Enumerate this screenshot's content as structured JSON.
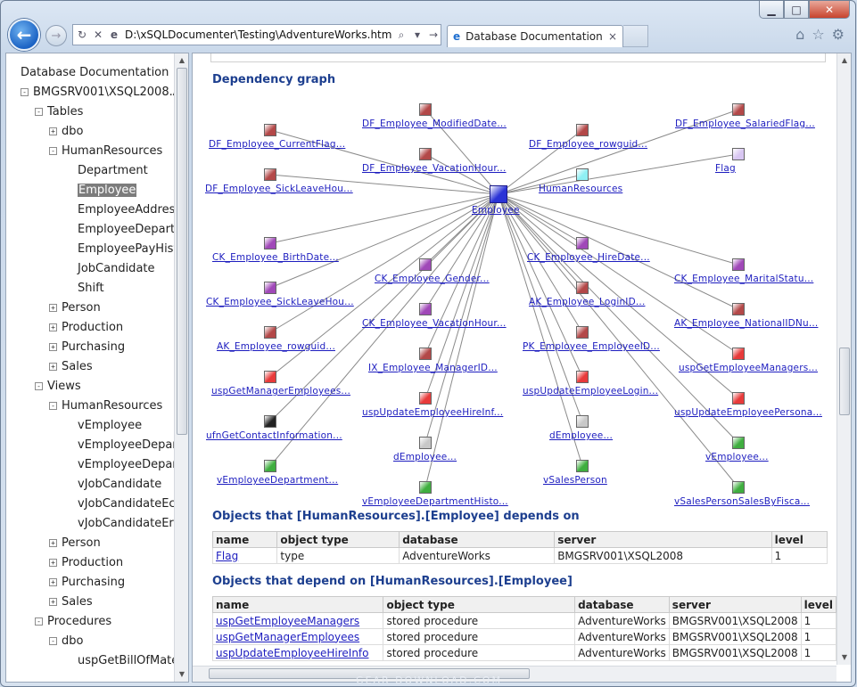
{
  "browser": {
    "url": "D:\\xSQLDocumenter\\Testing\\AdventureWorks.htm",
    "tab_title": "Database Documentation",
    "tab_close": "×"
  },
  "tree": [
    {
      "label": "Database Documentation",
      "level": 0,
      "exp": ""
    },
    {
      "label": "BMGSRV001\\XSQL2008.A",
      "level": 0,
      "exp": "-"
    },
    {
      "label": "Tables",
      "level": 1,
      "exp": "-"
    },
    {
      "label": "dbo",
      "level": 2,
      "exp": "+"
    },
    {
      "label": "HumanResources",
      "level": 2,
      "exp": "-"
    },
    {
      "label": "Department",
      "level": 3,
      "exp": ""
    },
    {
      "label": "Employee",
      "level": 3,
      "exp": "",
      "selected": true
    },
    {
      "label": "EmployeeAddres",
      "level": 3,
      "exp": ""
    },
    {
      "label": "EmployeeDepart",
      "level": 3,
      "exp": ""
    },
    {
      "label": "EmployeePayHist",
      "level": 3,
      "exp": ""
    },
    {
      "label": "JobCandidate",
      "level": 3,
      "exp": ""
    },
    {
      "label": "Shift",
      "level": 3,
      "exp": ""
    },
    {
      "label": "Person",
      "level": 2,
      "exp": "+"
    },
    {
      "label": "Production",
      "level": 2,
      "exp": "+"
    },
    {
      "label": "Purchasing",
      "level": 2,
      "exp": "+"
    },
    {
      "label": "Sales",
      "level": 2,
      "exp": "+"
    },
    {
      "label": "Views",
      "level": 1,
      "exp": "-"
    },
    {
      "label": "HumanResources",
      "level": 2,
      "exp": "-"
    },
    {
      "label": "vEmployee",
      "level": 3,
      "exp": ""
    },
    {
      "label": "vEmployeeDepar",
      "level": 3,
      "exp": ""
    },
    {
      "label": "vEmployeeDepar",
      "level": 3,
      "exp": ""
    },
    {
      "label": "vJobCandidate",
      "level": 3,
      "exp": ""
    },
    {
      "label": "vJobCandidateEc",
      "level": 3,
      "exp": ""
    },
    {
      "label": "vJobCandidateEr",
      "level": 3,
      "exp": ""
    },
    {
      "label": "Person",
      "level": 2,
      "exp": "+"
    },
    {
      "label": "Production",
      "level": 2,
      "exp": "+"
    },
    {
      "label": "Purchasing",
      "level": 2,
      "exp": "+"
    },
    {
      "label": "Sales",
      "level": 2,
      "exp": "+"
    },
    {
      "label": "Procedures",
      "level": 1,
      "exp": "-"
    },
    {
      "label": "dbo",
      "level": 2,
      "exp": "-"
    },
    {
      "label": "uspGetBillOfMate",
      "level": 3,
      "exp": ""
    }
  ],
  "graph": {
    "title": "Dependency graph",
    "center": {
      "label": "Employee",
      "color": "#2a33d6"
    },
    "nodes": [
      {
        "label": "DF_Employee_ModifiedDate...",
        "color": "#b34848"
      },
      {
        "label": "DF_Employee_SalariedFlag...",
        "color": "#b34848"
      },
      {
        "label": "DF_Employee_CurrentFlag...",
        "color": "#b34848"
      },
      {
        "label": "DF_Employee_rowguid...",
        "color": "#b34848"
      },
      {
        "label": "DF_Employee_VacationHour...",
        "color": "#b34848"
      },
      {
        "label": "Flag",
        "color": "#d8c6f2"
      },
      {
        "label": "DF_Employee_SickLeaveHou...",
        "color": "#b34848"
      },
      {
        "label": "HumanResources",
        "color": "#8ff0f4"
      },
      {
        "label": "CK_Employee_BirthDate...",
        "color": "#a048b8"
      },
      {
        "label": "CK_Employee_HireDate...",
        "color": "#a048b8"
      },
      {
        "label": "CK_Employee_Gender...",
        "color": "#a048b8"
      },
      {
        "label": "CK_Employee_MaritalStatu...",
        "color": "#a048b8"
      },
      {
        "label": "CK_Employee_SickLeaveHou...",
        "color": "#a048b8"
      },
      {
        "label": "AK_Employee_LoginID...",
        "color": "#b34848"
      },
      {
        "label": "CK_Employee_VacationHour...",
        "color": "#a048b8"
      },
      {
        "label": "AK_Employee_NationalIDNu...",
        "color": "#b34848"
      },
      {
        "label": "AK_Employee_rowguid...",
        "color": "#b34848"
      },
      {
        "label": "PK_Employee_EmployeeID...",
        "color": "#b34848"
      },
      {
        "label": "IX_Employee_ManagerID...",
        "color": "#b34848"
      },
      {
        "label": "uspGetEmployeeManagers...",
        "color": "#e83a3a"
      },
      {
        "label": "uspGetManagerEmployees...",
        "color": "#e83a3a"
      },
      {
        "label": "uspUpdateEmployeeLogin...",
        "color": "#e83a3a"
      },
      {
        "label": "uspUpdateEmployeeHireInf...",
        "color": "#e83a3a"
      },
      {
        "label": "uspUpdateEmployeePersona...",
        "color": "#e83a3a"
      },
      {
        "label": "ufnGetContactInformation...",
        "color": "#222222"
      },
      {
        "label": "dEmployee...",
        "color": "#c8c8c8"
      },
      {
        "label": "dEmployee...",
        "color": "#c8c8c8"
      },
      {
        "label": "vEmployee...",
        "color": "#3fae3f"
      },
      {
        "label": "vEmployeeDepartment...",
        "color": "#3fae3f"
      },
      {
        "label": "vSalesPerson",
        "color": "#3fae3f"
      },
      {
        "label": "vEmployeeDepartmentHisto...",
        "color": "#3fae3f"
      },
      {
        "label": "vSalesPersonSalesByFisca...",
        "color": "#3fae3f"
      }
    ]
  },
  "depends_on": {
    "title": "Objects that [HumanResources].[Employee] depends on",
    "columns": [
      "name",
      "object type",
      "database",
      "server",
      "level"
    ],
    "rows": [
      [
        "Flag",
        "type",
        "AdventureWorks",
        "BMGSRV001\\XSQL2008",
        "1"
      ]
    ]
  },
  "dependents": {
    "title": "Objects that depend on [HumanResources].[Employee]",
    "columns": [
      "name",
      "object type",
      "database",
      "server",
      "level"
    ],
    "rows": [
      [
        "uspGetEmployeeManagers",
        "stored procedure",
        "AdventureWorks",
        "BMGSRV001\\XSQL2008",
        "1"
      ],
      [
        "uspGetManagerEmployees",
        "stored procedure",
        "AdventureWorks",
        "BMGSRV001\\XSQL2008",
        "1"
      ],
      [
        "uspUpdateEmployeeHireInfo",
        "stored procedure",
        "AdventureWorks",
        "BMGSRV001\\XSQL2008",
        "1"
      ]
    ]
  },
  "watermark": "GEAR DOWNLOAD.COM"
}
